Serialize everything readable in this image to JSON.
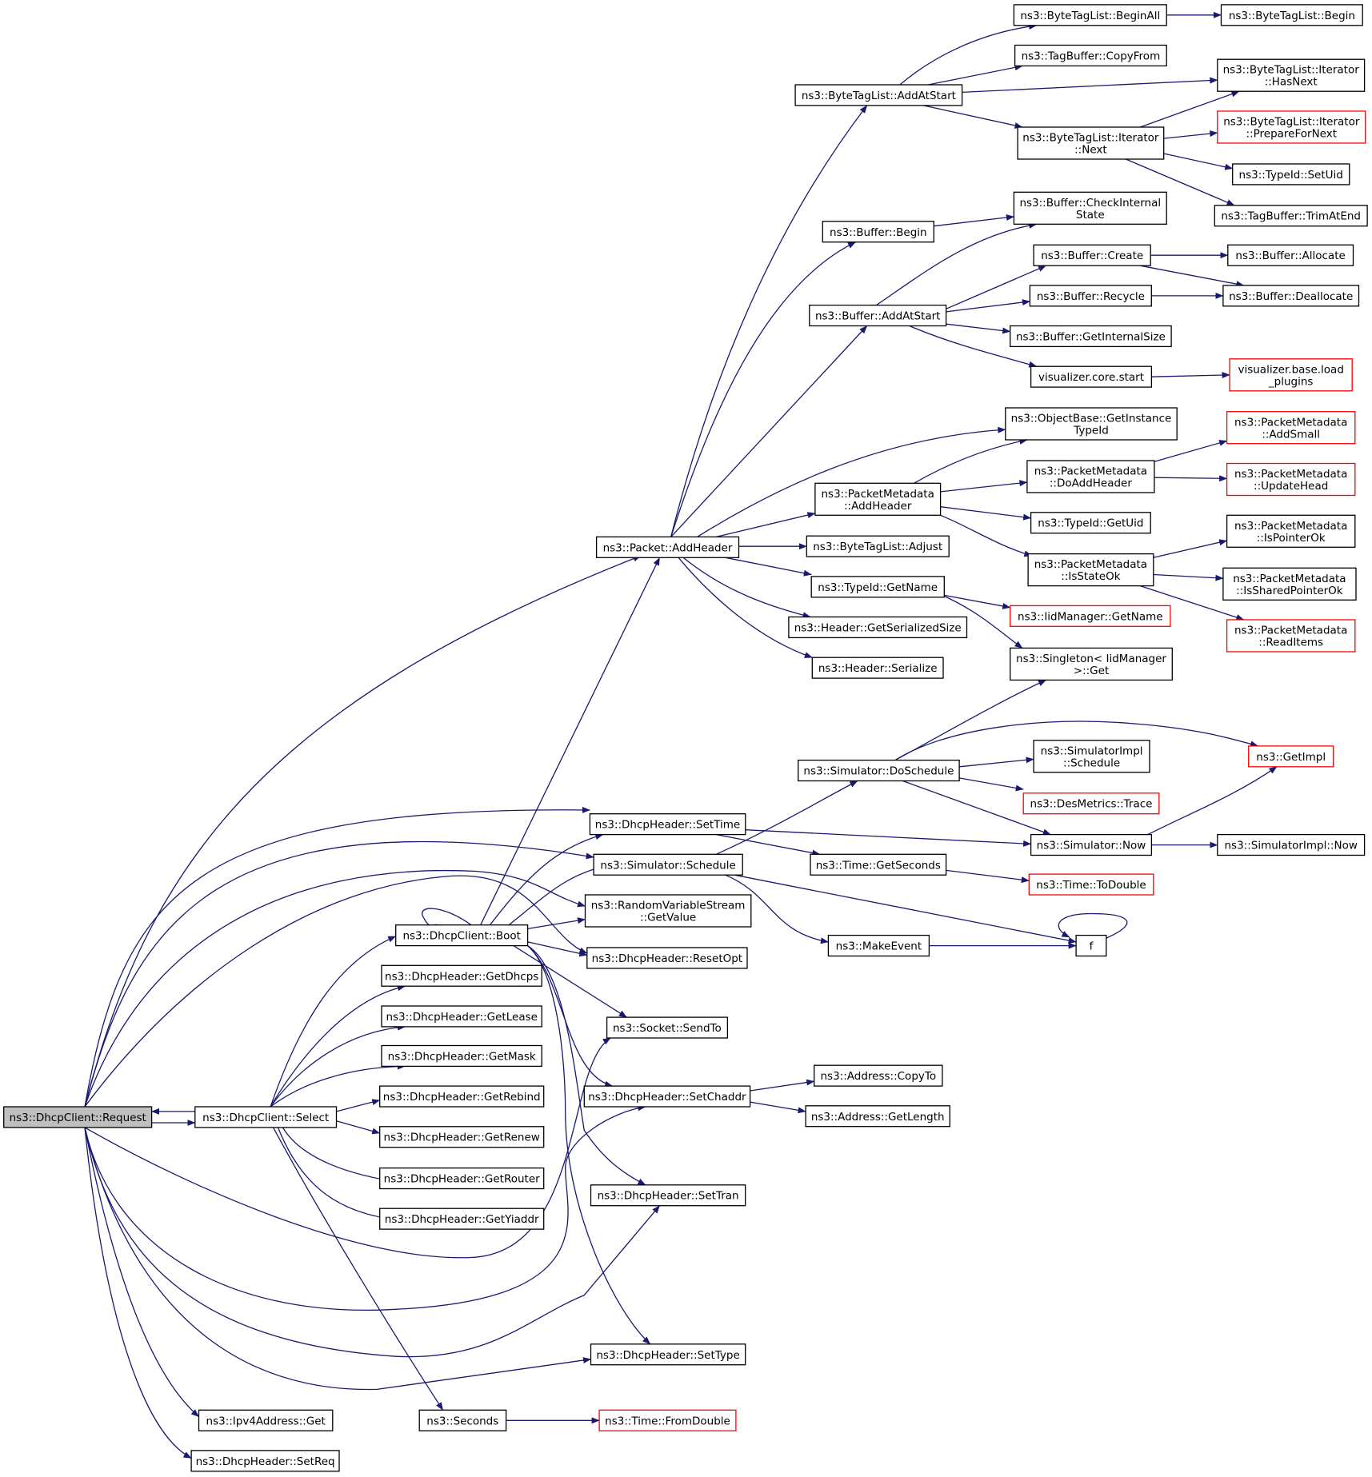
{
  "graph": {
    "edge_color": "#191970",
    "nodes": [
      {
        "id": "request",
        "lines": [
          "ns3::DhcpClient::Request"
        ],
        "style": "root"
      },
      {
        "id": "select",
        "lines": [
          "ns3::DhcpClient::Select"
        ]
      },
      {
        "id": "boot",
        "lines": [
          "ns3::DhcpClient::Boot"
        ]
      },
      {
        "id": "getDhcps",
        "lines": [
          "ns3::DhcpHeader::GetDhcps"
        ]
      },
      {
        "id": "getLease",
        "lines": [
          "ns3::DhcpHeader::GetLease"
        ]
      },
      {
        "id": "getMask",
        "lines": [
          "ns3::DhcpHeader::GetMask"
        ]
      },
      {
        "id": "getRebind",
        "lines": [
          "ns3::DhcpHeader::GetRebind"
        ]
      },
      {
        "id": "getRenew",
        "lines": [
          "ns3::DhcpHeader::GetRenew"
        ]
      },
      {
        "id": "getRouter",
        "lines": [
          "ns3::DhcpHeader::GetRouter"
        ]
      },
      {
        "id": "getYiaddr",
        "lines": [
          "ns3::DhcpHeader::GetYiaddr"
        ]
      },
      {
        "id": "seconds",
        "lines": [
          "ns3::Seconds"
        ]
      },
      {
        "id": "fromDouble",
        "lines": [
          "ns3::Time::FromDouble"
        ],
        "style": "red"
      },
      {
        "id": "ipv4Get",
        "lines": [
          "ns3::Ipv4Address::Get"
        ]
      },
      {
        "id": "setReq",
        "lines": [
          "ns3::DhcpHeader::SetReq"
        ]
      },
      {
        "id": "setType",
        "lines": [
          "ns3::DhcpHeader::SetType"
        ]
      },
      {
        "id": "setTran",
        "lines": [
          "ns3::DhcpHeader::SetTran"
        ]
      },
      {
        "id": "setChaddr",
        "lines": [
          "ns3::DhcpHeader::SetChaddr"
        ]
      },
      {
        "id": "copyTo",
        "lines": [
          "ns3::Address::CopyTo"
        ]
      },
      {
        "id": "getLength",
        "lines": [
          "ns3::Address::GetLength"
        ]
      },
      {
        "id": "sendTo",
        "lines": [
          "ns3::Socket::SendTo"
        ]
      },
      {
        "id": "resetOpt",
        "lines": [
          "ns3::DhcpHeader::ResetOpt"
        ]
      },
      {
        "id": "getValue",
        "lines": [
          "ns3::RandomVariableStream",
          "::GetValue"
        ]
      },
      {
        "id": "simSchedule",
        "lines": [
          "ns3::Simulator::Schedule"
        ]
      },
      {
        "id": "setTime",
        "lines": [
          "ns3::DhcpHeader::SetTime"
        ]
      },
      {
        "id": "makeEvent",
        "lines": [
          "ns3::MakeEvent"
        ]
      },
      {
        "id": "f",
        "lines": [
          "f"
        ]
      },
      {
        "id": "getSeconds",
        "lines": [
          "ns3::Time::GetSeconds"
        ]
      },
      {
        "id": "toDouble",
        "lines": [
          "ns3::Time::ToDouble"
        ],
        "style": "red"
      },
      {
        "id": "doSchedule",
        "lines": [
          "ns3::Simulator::DoSchedule"
        ]
      },
      {
        "id": "simImplSchedule",
        "lines": [
          "ns3::SimulatorImpl",
          "::Schedule"
        ]
      },
      {
        "id": "desTrace",
        "lines": [
          "ns3::DesMetrics::Trace"
        ],
        "style": "red"
      },
      {
        "id": "simNow",
        "lines": [
          "ns3::Simulator::Now"
        ]
      },
      {
        "id": "getImpl",
        "lines": [
          "ns3::GetImpl"
        ],
        "style": "red"
      },
      {
        "id": "simImplNow",
        "lines": [
          "ns3::SimulatorImpl::Now"
        ]
      },
      {
        "id": "singletonGet",
        "lines": [
          "ns3::Singleton< IidManager",
          ">::Get"
        ]
      },
      {
        "id": "addHeader",
        "lines": [
          "ns3::Packet::AddHeader"
        ]
      },
      {
        "id": "headerSerialize",
        "lines": [
          "ns3::Header::Serialize"
        ]
      },
      {
        "id": "getSerializedSize",
        "lines": [
          "ns3::Header::GetSerializedSize"
        ]
      },
      {
        "id": "typeIdGetName",
        "lines": [
          "ns3::TypeId::GetName"
        ]
      },
      {
        "id": "iidGetName",
        "lines": [
          "ns3::IidManager::GetName"
        ],
        "style": "red"
      },
      {
        "id": "btlAdjust",
        "lines": [
          "ns3::ByteTagList::Adjust"
        ]
      },
      {
        "id": "pmAddHeader",
        "lines": [
          "ns3::PacketMetadata",
          "::AddHeader"
        ]
      },
      {
        "id": "pmIsStateOk",
        "lines": [
          "ns3::PacketMetadata",
          "::IsStateOk"
        ]
      },
      {
        "id": "pmIsPointerOk",
        "lines": [
          "ns3::PacketMetadata",
          "::IsPointerOk"
        ]
      },
      {
        "id": "pmIsSharedPointerOk",
        "lines": [
          "ns3::PacketMetadata",
          "::IsSharedPointerOk"
        ]
      },
      {
        "id": "pmReadItems",
        "lines": [
          "ns3::PacketMetadata",
          "::ReadItems"
        ],
        "style": "red"
      },
      {
        "id": "typeIdGetUid",
        "lines": [
          "ns3::TypeId::GetUid"
        ]
      },
      {
        "id": "pmDoAddHeader",
        "lines": [
          "ns3::PacketMetadata",
          "::DoAddHeader"
        ]
      },
      {
        "id": "pmAddSmall",
        "lines": [
          "ns3::PacketMetadata",
          "::AddSmall"
        ],
        "style": "red"
      },
      {
        "id": "pmUpdateHead",
        "lines": [
          "ns3::PacketMetadata",
          "::UpdateHead"
        ],
        "style": "red"
      },
      {
        "id": "getInstanceTypeId",
        "lines": [
          "ns3::ObjectBase::GetInstance",
          "TypeId"
        ]
      },
      {
        "id": "bufAddAtStart",
        "lines": [
          "ns3::Buffer::AddAtStart"
        ]
      },
      {
        "id": "vizStart",
        "lines": [
          "visualizer.core.start"
        ]
      },
      {
        "id": "vizLoad",
        "lines": [
          "visualizer.base.load",
          "_plugins"
        ],
        "style": "red"
      },
      {
        "id": "bufGetInternalSize",
        "lines": [
          "ns3::Buffer::GetInternalSize"
        ]
      },
      {
        "id": "bufRecycle",
        "lines": [
          "ns3::Buffer::Recycle"
        ]
      },
      {
        "id": "bufDeallocate",
        "lines": [
          "ns3::Buffer::Deallocate"
        ]
      },
      {
        "id": "bufCreate",
        "lines": [
          "ns3::Buffer::Create"
        ]
      },
      {
        "id": "bufAllocate",
        "lines": [
          "ns3::Buffer::Allocate"
        ]
      },
      {
        "id": "bufCheckInternal",
        "lines": [
          "ns3::Buffer::CheckInternal",
          "State"
        ]
      },
      {
        "id": "bufBegin",
        "lines": [
          "ns3::Buffer::Begin"
        ]
      },
      {
        "id": "btlAddAtStart",
        "lines": [
          "ns3::ByteTagList::AddAtStart"
        ]
      },
      {
        "id": "btlIterNext",
        "lines": [
          "ns3::ByteTagList::Iterator",
          "::Next"
        ]
      },
      {
        "id": "tagBufTrim",
        "lines": [
          "ns3::TagBuffer::TrimAtEnd"
        ]
      },
      {
        "id": "typeIdSetUid",
        "lines": [
          "ns3::TypeId::SetUid"
        ]
      },
      {
        "id": "btlIterPrepare",
        "lines": [
          "ns3::ByteTagList::Iterator",
          "::PrepareForNext"
        ],
        "style": "red"
      },
      {
        "id": "btlIterHasNext",
        "lines": [
          "ns3::ByteTagList::Iterator",
          "::HasNext"
        ]
      },
      {
        "id": "tagBufCopyFrom",
        "lines": [
          "ns3::TagBuffer::CopyFrom"
        ]
      },
      {
        "id": "btlBeginAll",
        "lines": [
          "ns3::ByteTagList::BeginAll"
        ]
      },
      {
        "id": "btlBegin",
        "lines": [
          "ns3::ByteTagList::Begin"
        ]
      }
    ]
  }
}
